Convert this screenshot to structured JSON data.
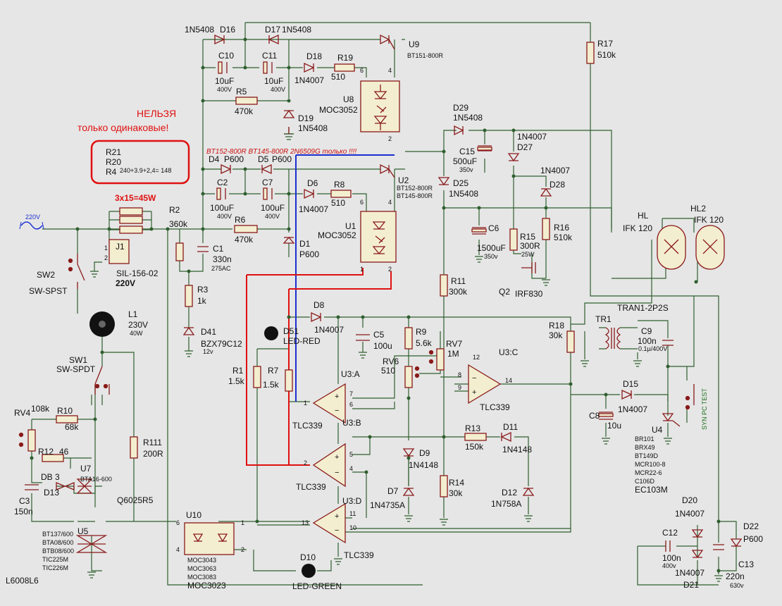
{
  "notes": {
    "warning_title": "НЕЛЬЗЯ",
    "warning_sub": "только одинаковые!",
    "boxed_r21": "R21",
    "boxed_r20": "R20",
    "boxed_r4": "R4",
    "boxed_sum": "240+3.9+2,4= 148",
    "power_note": "3x15=45W",
    "scr_note": "BT152-800R BT145-800R 2N6509G только !!!!"
  },
  "labels": {
    "d16": "D16",
    "d16v": "1N5408",
    "d17": "D17",
    "d17v": "1N5408",
    "c10": "C10",
    "c10v": "10uF",
    "c10u": "400V",
    "c11": "C11",
    "c11v": "10uF",
    "c11u": "400V",
    "d18": "D18",
    "d18v": "1N4007",
    "r19": "R19",
    "r19v": "510",
    "u9": "U9",
    "u9v": "BT151-800R",
    "u8": "U8",
    "u8v": "MOC3052",
    "r5": "R5",
    "r5v": "470k",
    "d19": "D19",
    "d19v": "1N5408",
    "r17": "R17",
    "r17v": "510k",
    "d29": "D29",
    "d29v": "1N5408",
    "c15": "C15",
    "c15v": "500uF",
    "c15u": "350v",
    "d27": "D27",
    "d27v": "1N4007",
    "d28": "D28",
    "d28v": "1N4007",
    "d4": "D4",
    "d4v": "P600",
    "d5": "D5",
    "d5v": "P600",
    "c2": "C2",
    "c2v": "100uF",
    "c2u": "400V",
    "c7": "C7",
    "c7v": "100uF",
    "c7u": "400V",
    "d6": "D6",
    "d6v": "1N4007",
    "r8": "R8",
    "r8v": "510",
    "u2": "U2",
    "u2v": "BT152-800R",
    "u2v2": "BT145-800R",
    "d25": "D25",
    "d25v": "1N5408",
    "u1": "U1",
    "u1v": "MOC3052",
    "r6": "R6",
    "r6v": "470k",
    "d1": "D1",
    "d1v": "P600",
    "c6": "C6",
    "c6v": "1500uF",
    "c6u": "350v",
    "r15": "R15",
    "r15v": "300R",
    "r15u": "25W",
    "r16": "R16",
    "r16v": "510k",
    "q2": "Q2",
    "q2v": "IRF830",
    "hl": "HL",
    "hlv": "IFK 120",
    "hl2": "HL2",
    "hl2v": "IFK 120",
    "src": "220V",
    "r2": "R2",
    "r2v": "360k",
    "j1": "J1",
    "j1v": "SIL-156-02",
    "j1u": "220V",
    "c1": "C1",
    "c1v": "330n",
    "c1u": "275AC",
    "sw2": "SW2",
    "sw2v": "SW-SPST",
    "r3": "R3",
    "r3v": "1k",
    "l1": "L1",
    "l1v": "230V",
    "l1u": "40W",
    "d41": "D41",
    "d41v": "BZX79C12",
    "d41u": "12v",
    "d51": "D51",
    "d51v": "LED-RED",
    "d8": "D8",
    "d8v": "1N4007",
    "c5": "C5",
    "c5v": "100u",
    "r9": "R9",
    "r9v": "5.6k",
    "rv7": "RV7",
    "rv7v": "1M",
    "rv6": "RV6",
    "rv6v": "510",
    "r11": "R11",
    "r11v": "300k",
    "r18": "R18",
    "r18v": "30k",
    "tr1": "TR1",
    "tr1v": "TRAN1-2P2S",
    "c9": "C9",
    "c9v": "100n",
    "c9u": "0.1µ/400V",
    "sw1": "SW1",
    "sw1v": "SW-SPDT",
    "r1": "R1",
    "r1v": "1.5k",
    "r7": "R7",
    "r7v": "1.5k",
    "u3a": "U3:A",
    "u3b": "U3:B",
    "u3c": "U3:C",
    "u3d": "U3:D",
    "tlc": "TLC339",
    "d15": "D15",
    "d15v": "1N4007",
    "c8": "C8",
    "c8v": "10u",
    "rv4": "RV4",
    "rv4v": "108k",
    "r10": "R10",
    "r10v": "68k",
    "r13": "R13",
    "r13v": "150k",
    "d11": "D11",
    "d11v": "1N4148",
    "d9": "D9",
    "d9v": "1N4148",
    "u4": "U4",
    "u4list": [
      "BR101",
      "BRX49",
      "BT149D",
      "MCR100-8",
      "MCR22-6",
      "C106D"
    ],
    "u4v": "EC103M",
    "syn": "SYN PC TEST",
    "r12": "R12",
    "r12v": "46",
    "db3": "DB 3",
    "d13": "D13",
    "u7": "U7",
    "u7v": "BTA16-600",
    "r111": "R111",
    "r111v": "200R",
    "r14": "R14",
    "r14v": "30k",
    "d12": "D12",
    "d12v": "1N758A",
    "d7": "D7",
    "d7v": "1N4735A",
    "c3": "C3",
    "c3v": "150n",
    "q6025": "Q6025R5",
    "u5": "U5",
    "u5list": [
      "BT137/600",
      "BTA08/600",
      "BTB08/600",
      "TIC225M",
      "TIC226M"
    ],
    "u10": "U10",
    "u10list": [
      "MOC3043",
      "MOC3063",
      "MOC3083"
    ],
    "u10v": "MOC3023",
    "d10": "D10",
    "d10v": "LED-GREEN",
    "d20": "D20",
    "d20v": "1N4007",
    "d21": "D21",
    "d21v": "1N4007",
    "c12": "C12",
    "c12v": "100n",
    "c12u": "400v",
    "c13": "C13",
    "c13v": "220n",
    "c13u": "630v",
    "d22": "D22",
    "d22v": "P600",
    "l6008": "L6008L6"
  },
  "colors": {
    "wire": "#2f5f2f",
    "component": "#8a1a1a",
    "highlight_red": "#e01010",
    "highlight_blue": "#1a2fd0",
    "background": "#e6e6e6"
  }
}
